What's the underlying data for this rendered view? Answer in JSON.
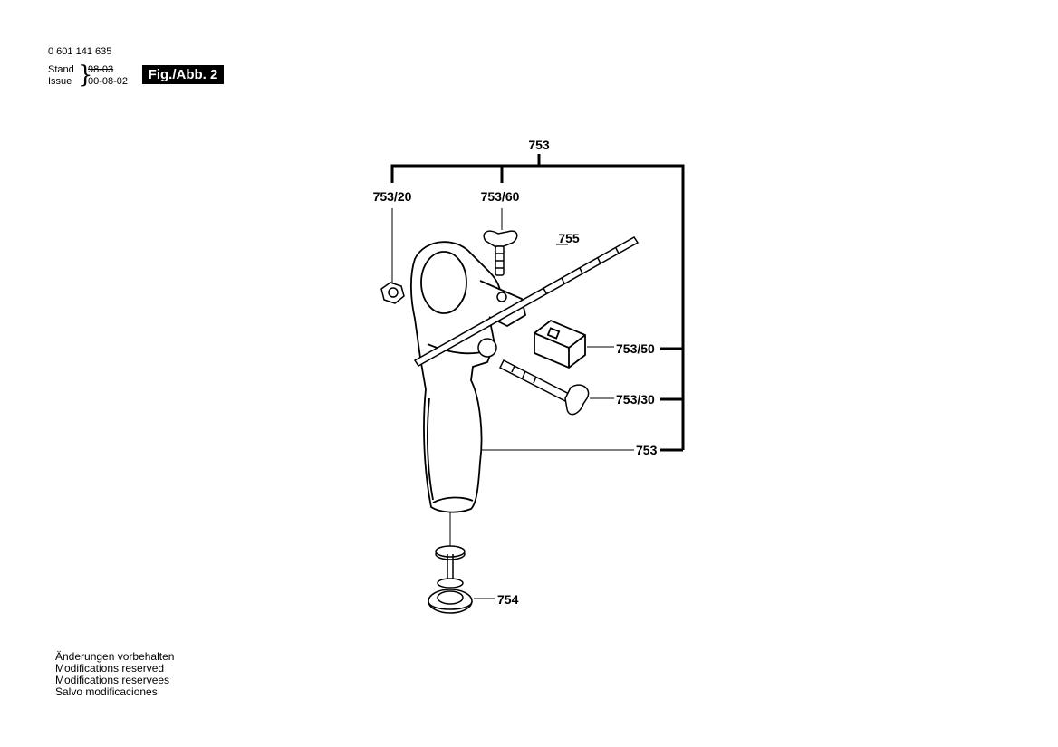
{
  "header": {
    "part_number": "0 601 141 635",
    "stand_label": "Stand",
    "issue_label": "Issue",
    "stand_value": "98-03",
    "issue_value": "00-08-02",
    "figure_badge": "Fig./Abb. 2"
  },
  "labels": {
    "assembly_top": "753",
    "part_753_20": "753/20",
    "part_753_60": "753/60",
    "part_755": "755",
    "part_753_50": "753/50",
    "part_753_30": "753/30",
    "assembly_handle": "753",
    "part_754": "754"
  },
  "notes": [
    "Änderungen vorbehalten",
    "Modifications reserved",
    "Modifications reservees",
    "Salvo modificaciones"
  ]
}
